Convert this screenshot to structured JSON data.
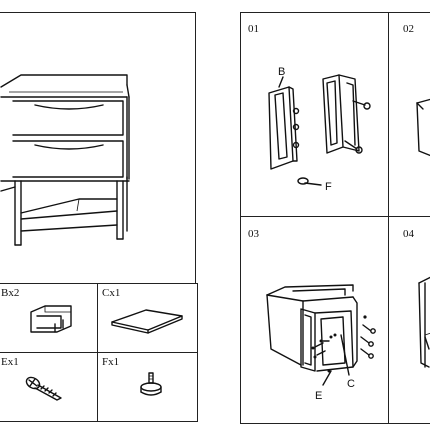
{
  "parts": {
    "b": {
      "label": "Bx2"
    },
    "c": {
      "label": "Cx1"
    },
    "e": {
      "label": "Ex1"
    },
    "f": {
      "label": "Fx1"
    }
  },
  "steps": [
    {
      "number": "01",
      "callouts": [
        "B",
        "F"
      ]
    },
    {
      "number": "02"
    },
    {
      "number": "03",
      "callouts": [
        "C",
        "E"
      ]
    },
    {
      "number": "04"
    }
  ]
}
